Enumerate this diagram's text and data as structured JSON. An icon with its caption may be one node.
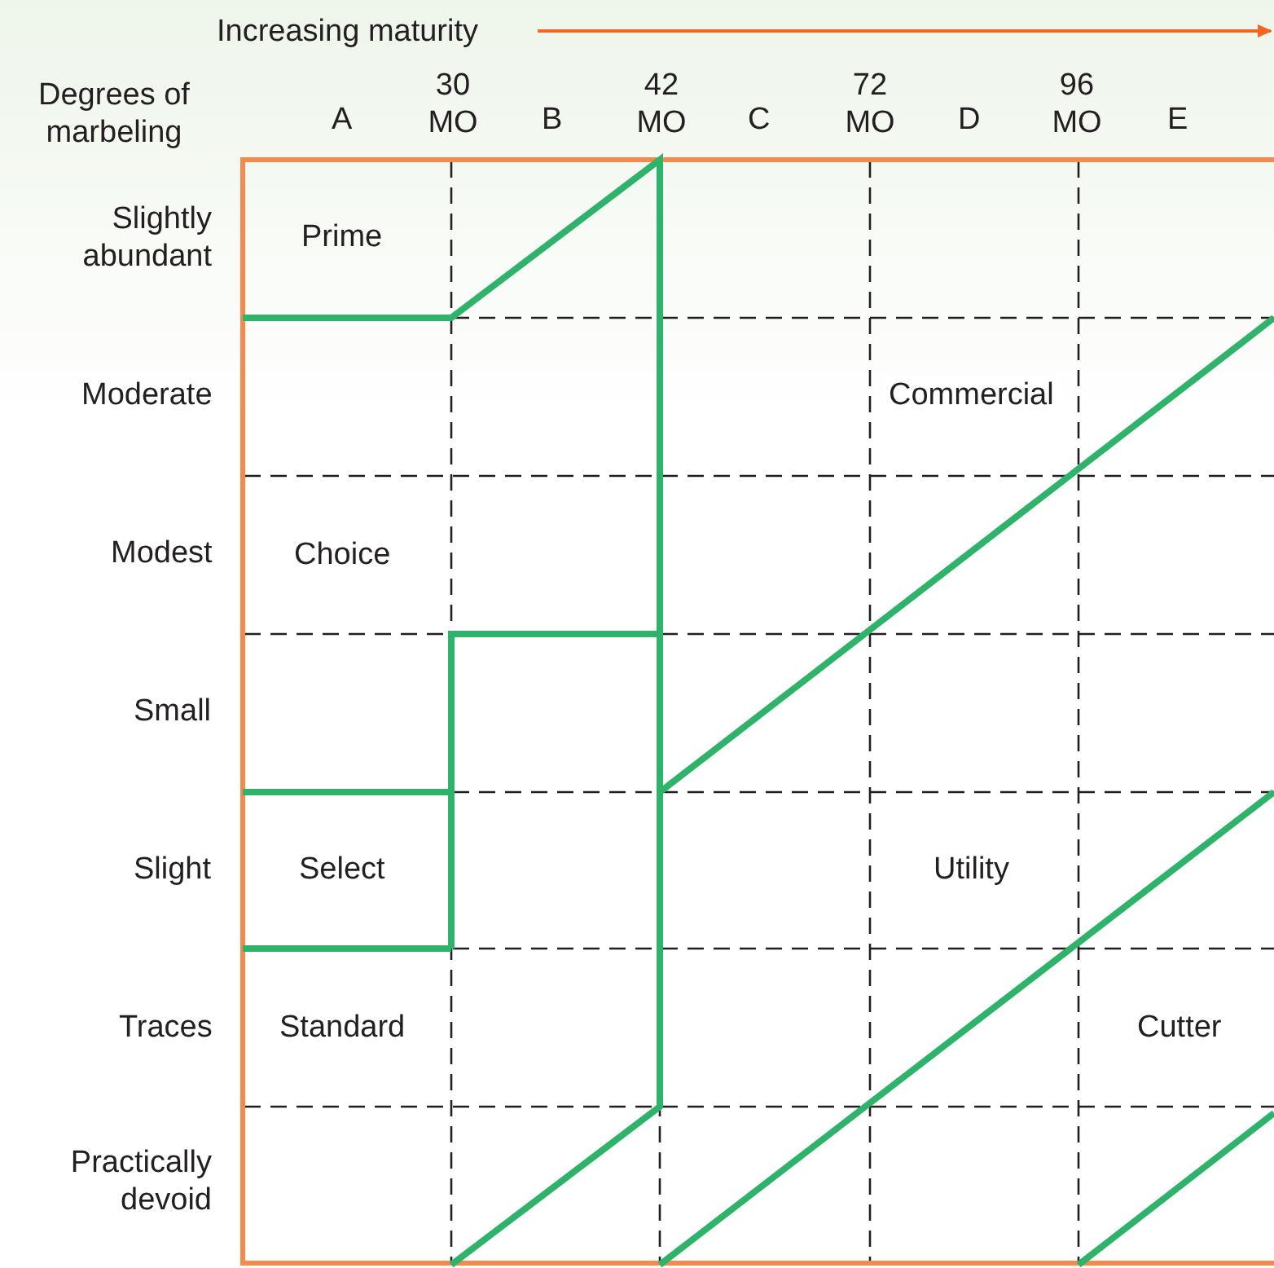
{
  "diagram": {
    "labels": [
      "Increasing maturity",
      "Degrees of marbeling",
      "A",
      "30 MO",
      "B",
      "42 MO",
      "C",
      "72 MO",
      "D",
      "96 MO",
      "E",
      "Slightly abundant",
      "Prime",
      "Moderate",
      "Commercial",
      "Modest",
      "Choice",
      "Small",
      "Slight",
      "Select",
      "Utility",
      "Traces",
      "Standard",
      "Cutter",
      "Practically devoid"
    ]
  }
}
